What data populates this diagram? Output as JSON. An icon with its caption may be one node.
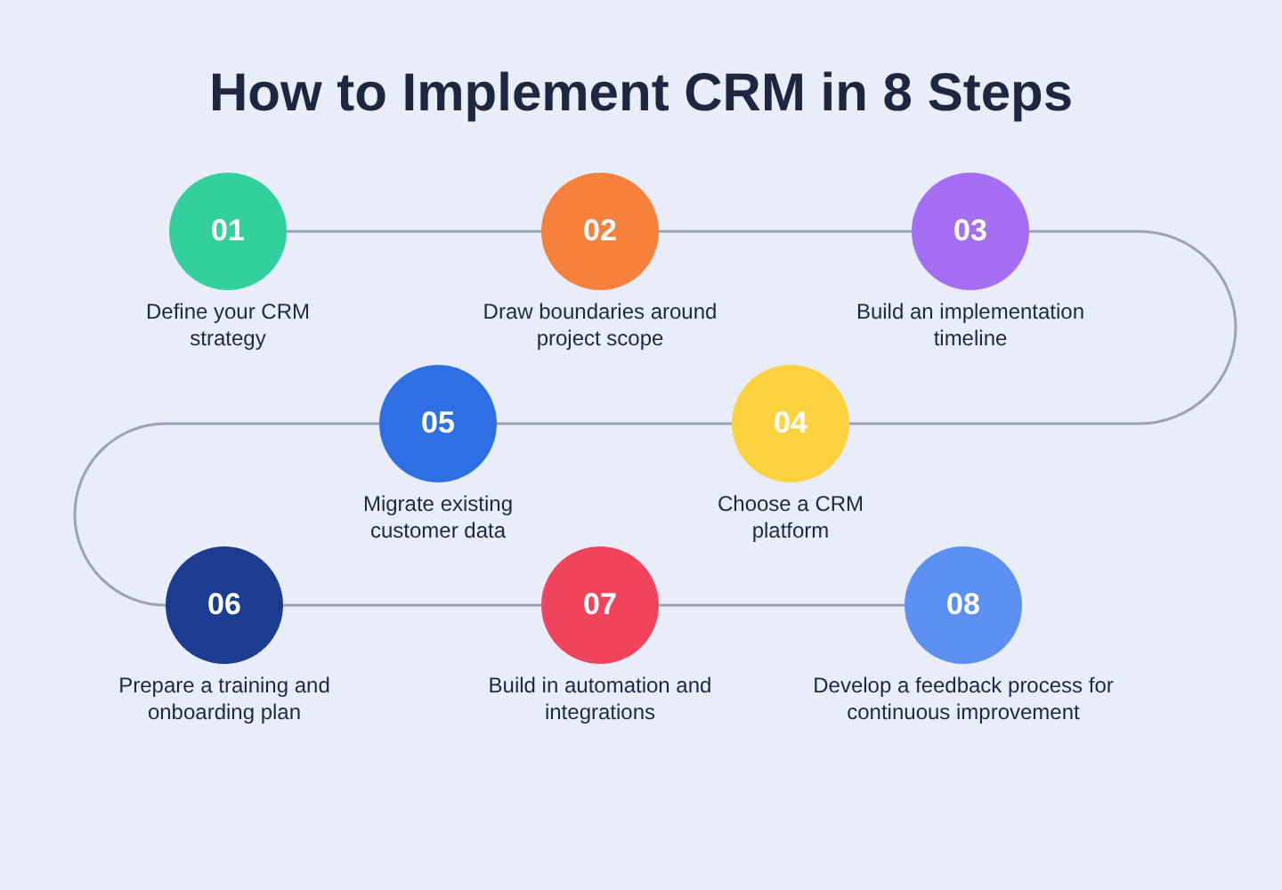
{
  "diagram": {
    "title": "How to Implement CRM in 8 Steps",
    "nodes": [
      {
        "text": [
          "01"
        ],
        "beside": [
          "Define your CRM strategy"
        ]
      },
      {
        "text": [
          "02"
        ],
        "beside": [
          "Draw boundaries around project scope"
        ]
      },
      {
        "text": [
          "03"
        ],
        "beside": [
          "Build an implementation timeline"
        ]
      },
      {
        "text": [
          "04"
        ],
        "beside": [
          "Choose a CRM platform"
        ]
      },
      {
        "text": [
          "05"
        ],
        "beside": [
          "Migrate existing customer data"
        ]
      },
      {
        "text": [
          "06"
        ],
        "beside": [
          "Prepare a training and onboarding plan"
        ]
      },
      {
        "text": [
          "07"
        ],
        "beside": [
          "Build in automation and integrations"
        ]
      },
      {
        "text": [
          "08"
        ],
        "beside": [
          "Develop a feedback process for continuous improvement"
        ]
      }
    ],
    "edges": [
      {
        "from": 0,
        "to": 1,
        "arrow": "none"
      },
      {
        "from": 1,
        "to": 2,
        "arrow": "none"
      },
      {
        "from": 2,
        "to": 3,
        "arrow": "none"
      },
      {
        "from": 3,
        "to": 4,
        "arrow": "none"
      },
      {
        "from": 4,
        "to": 5,
        "arrow": "none"
      },
      {
        "from": 5,
        "to": 6,
        "arrow": "none"
      },
      {
        "from": 6,
        "to": 7,
        "arrow": "none"
      }
    ]
  }
}
